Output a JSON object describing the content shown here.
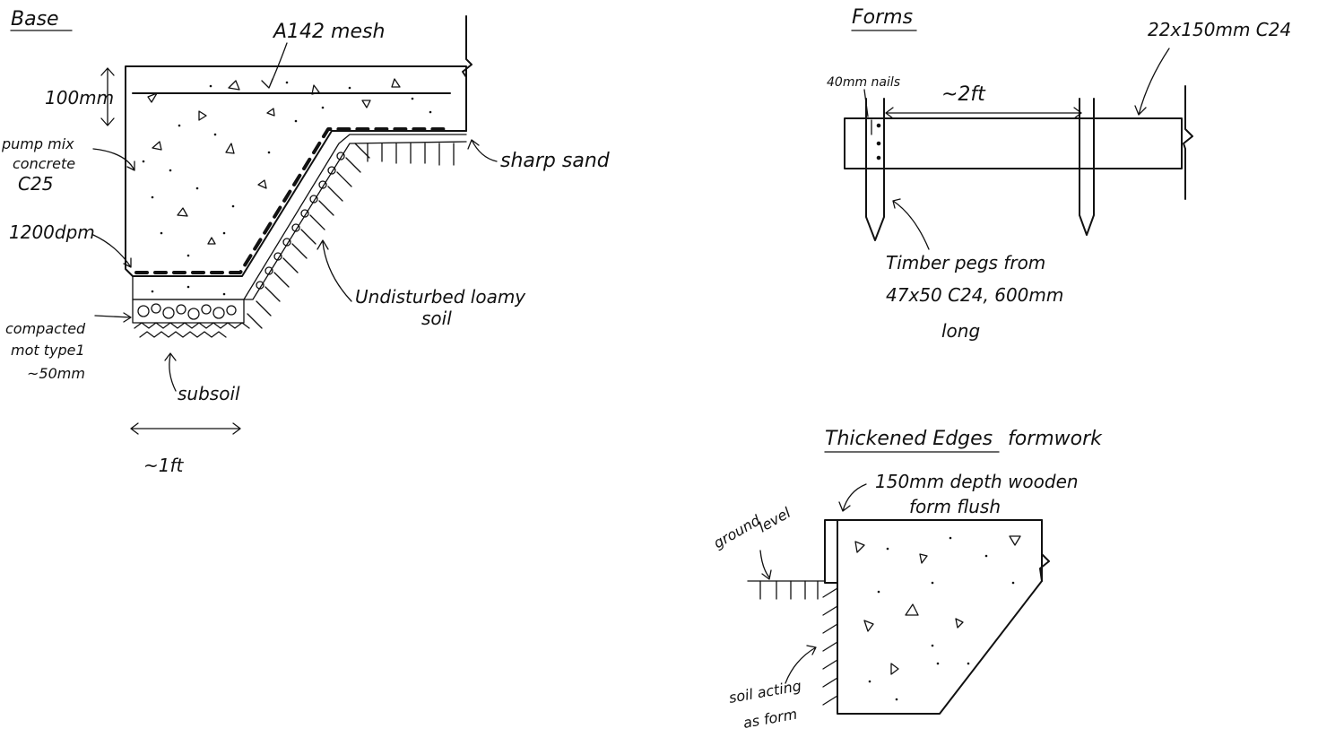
{
  "base": {
    "title": "Base",
    "labels": {
      "mesh": "A142 mesh",
      "depth": "100mm",
      "concrete_line1": "pump mix",
      "concrete_line2": "concrete",
      "concrete_line3": "C25",
      "dpm": "1200dpm",
      "type1_line1": "compacted",
      "type1_line2": "mot type1",
      "type1_line3": "~50mm",
      "subsoil": "subsoil",
      "width": "~1ft",
      "sand": "sharp sand",
      "soil_line1": "Undisturbed loamy",
      "soil_line2": "soil"
    }
  },
  "forms": {
    "title": "Forms",
    "labels": {
      "board": "22x150mm C24",
      "nails": "40mm nails",
      "spacing": "~2ft",
      "pegs_line1": "Timber pegs from",
      "pegs_line2": "47x50 C24, 600mm",
      "pegs_line3": "long"
    }
  },
  "thickened": {
    "title_underlined": "Thickened Edges",
    "title_rest": "formwork",
    "labels": {
      "form_line1": "150mm depth wooden",
      "form_line2": "form flush",
      "ground_line1": "ground",
      "ground_line2": "level",
      "soil_line1": "soil acting",
      "soil_line2": "as form"
    }
  },
  "colors": {
    "ink": "#111111",
    "paper": "#ffffff"
  }
}
